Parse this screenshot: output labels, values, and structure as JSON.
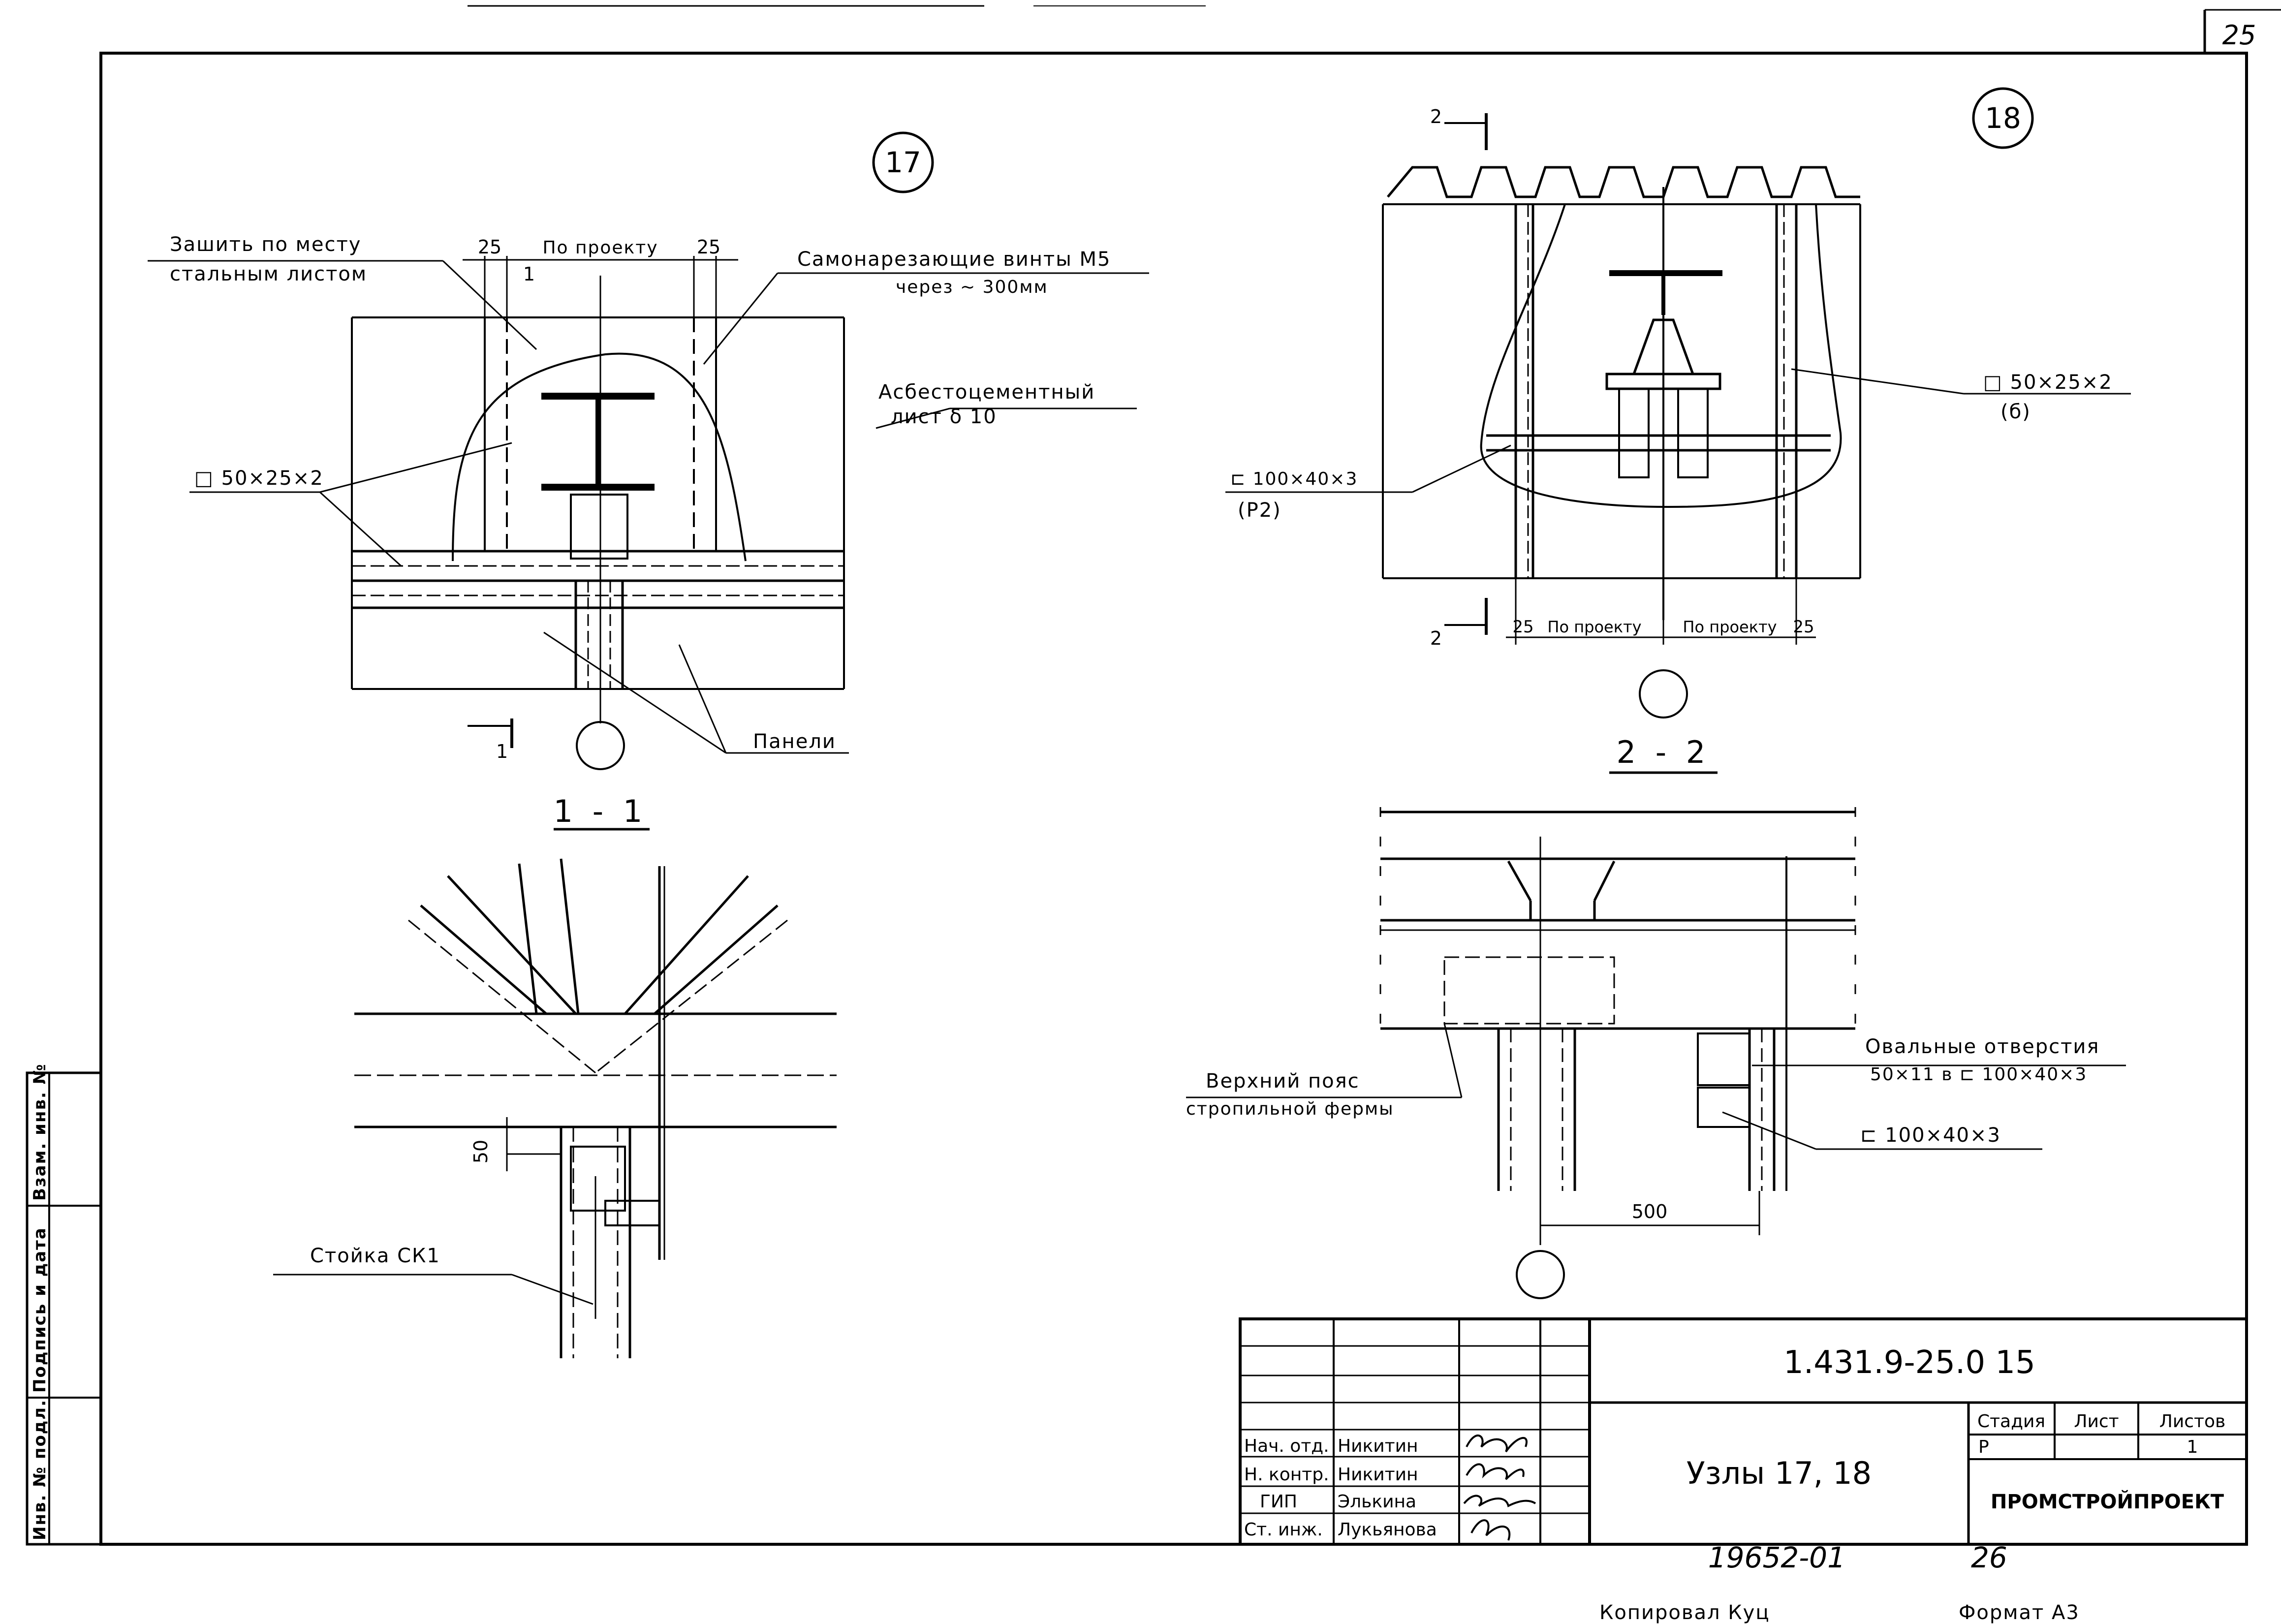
{
  "sheet_number": "25",
  "node17": {
    "mark": "17",
    "sew_note_line1": "Зашить по месту",
    "sew_note_line2": "стальным листом",
    "dim_left": "25",
    "dim_mid": "По проекту",
    "dim_right": "25",
    "dim_small": "1",
    "screws_line1": "Самонарезающие винты М5",
    "screws_line2": "через ~ 300мм",
    "sheet_line1": "Асбестоцементный",
    "sheet_line2": "лист δ 10",
    "tube_label": "□ 50×25×2",
    "panels_label": "Панели",
    "cut_mark": "1"
  },
  "node18": {
    "mark": "18",
    "cut_mark": "2",
    "tube_line1": "□ 50×25×2",
    "tube_line2": "(б)",
    "channel_line1": "⊏ 100×40×3",
    "channel_line2": "(Р2)",
    "dim_left": "25",
    "dim_mid1": "По проекту",
    "dim_mid2": "По проекту",
    "dim_right": "25"
  },
  "section11": {
    "title": "1 - 1",
    "dim_50": "50",
    "post_label": "Стойка  СК1"
  },
  "section22": {
    "title": "2 - 2",
    "oval_line1": "Овальные отверстия",
    "oval_line2": "50×11 в ⊏ 100×40×3",
    "chord_line1": "Верхний  пояс",
    "chord_line2": "стропильной  фермы",
    "channel_label": "⊏ 100×40×3",
    "dim_500": "500"
  },
  "side_stamp": {
    "col1": "Инв. № подл.",
    "col2": "Подпись и дата",
    "col3": "Взам. инв. №"
  },
  "title_block": {
    "doc_code": "1.431.9-25.0 15",
    "title": "Узлы 17, 18",
    "stage_header": "Стадия",
    "sheet_header": "Лист",
    "sheets_header": "Листов",
    "stage": "Р",
    "sheet": "",
    "sheets": "1",
    "org": "ПРОМСТРОЙПРОЕКТ",
    "rows": [
      {
        "role": "Нач. отд.",
        "name": "Никитин",
        "date": ""
      },
      {
        "role": "Н. контр.",
        "name": "Никитин",
        "date": ""
      },
      {
        "role": "ГИП",
        "name": "Элькина",
        "date": ""
      },
      {
        "role": "Ст. инж.",
        "name": "Лукьянова",
        "date": ""
      }
    ]
  },
  "footer": {
    "inventory": "19652-01",
    "page": "26",
    "copied": "Копировал  Куц",
    "format": "Формат  А3"
  }
}
